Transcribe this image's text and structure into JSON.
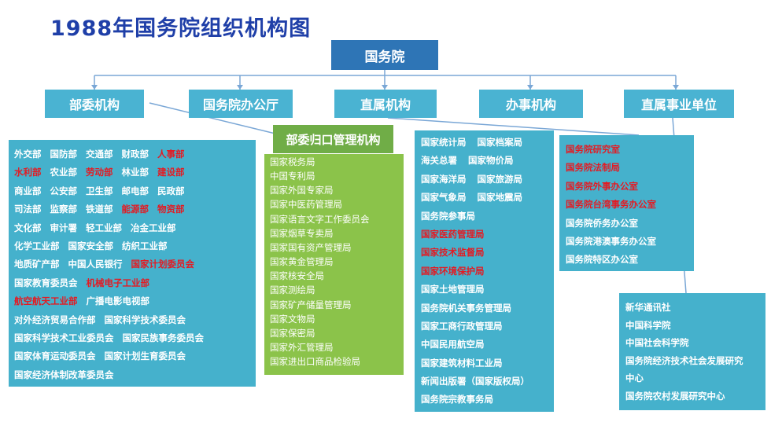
{
  "title": "1988年国务院组织机构图",
  "root": "国务院",
  "categories": [
    "部委机构",
    "国务院办公厅",
    "直属机构",
    "办事机构",
    "直属事业单位"
  ],
  "guikou_label": "部委归口管理机构",
  "ministries_rows": [
    [
      {
        "t": "外交部",
        "red": false
      },
      {
        "t": "国防部",
        "red": false
      },
      {
        "t": "交通部",
        "red": false
      },
      {
        "t": "财政部",
        "red": false
      },
      {
        "t": "人事部",
        "red": true
      }
    ],
    [
      {
        "t": "水利部",
        "red": true
      },
      {
        "t": "农业部",
        "red": false
      },
      {
        "t": "劳动部",
        "red": true
      },
      {
        "t": "林业部",
        "red": false
      },
      {
        "t": "建设部",
        "red": true
      }
    ],
    [
      {
        "t": "商业部",
        "red": false
      },
      {
        "t": "公安部",
        "red": false
      },
      {
        "t": "卫生部",
        "red": false
      },
      {
        "t": "邮电部",
        "red": false
      },
      {
        "t": "民政部",
        "red": false
      }
    ],
    [
      {
        "t": "司法部",
        "red": false
      },
      {
        "t": "监察部",
        "red": false
      },
      {
        "t": "铁道部",
        "red": false
      },
      {
        "t": "能源部",
        "red": true
      },
      {
        "t": "物资部",
        "red": true
      }
    ],
    [
      {
        "t": "文化部",
        "red": false
      },
      {
        "t": "审计署",
        "red": false
      },
      {
        "t": "轻工业部",
        "red": false
      },
      {
        "t": "冶金工业部",
        "red": false
      }
    ],
    [
      {
        "t": "化学工业部",
        "red": false
      },
      {
        "t": "国家安全部",
        "red": false
      },
      {
        "t": "纺织工业部",
        "red": false
      }
    ],
    [
      {
        "t": "地质矿产部",
        "red": false
      },
      {
        "t": "中国人民银行",
        "red": false
      },
      {
        "t": "国家计划委员会",
        "red": true
      }
    ],
    [
      {
        "t": "国家教育委员会",
        "red": false
      },
      {
        "t": "机械电子工业部",
        "red": true
      }
    ],
    [
      {
        "t": "航空航天工业部",
        "red": true
      },
      {
        "t": "广播电影电视部",
        "red": false
      }
    ],
    [
      {
        "t": "对外经济贸易合作部",
        "red": false
      },
      {
        "t": "国家科学技术委员会",
        "red": false
      }
    ],
    [
      {
        "t": "国家科学技术工业委员会",
        "red": false
      },
      {
        "t": "国家民族事务委员会",
        "red": false
      }
    ],
    [
      {
        "t": "国家体育运动委员会",
        "red": false
      },
      {
        "t": "国家计划生育委员会",
        "red": false
      }
    ],
    [
      {
        "t": "国家经济体制改革委员会",
        "red": false
      }
    ]
  ],
  "guikou_items": [
    "国家税务局",
    "中国专利局",
    "国家外国专家局",
    "国家中医药管理局",
    "国家语言文字工作委员会",
    "国家烟草专卖局",
    "国家国有资产管理局",
    "国家黄金管理局",
    "国家核安全局",
    "国家测绘局",
    "国家矿产储量管理局",
    "国家文物局",
    "国家保密局",
    "国家外汇管理局",
    "国家进出口商品检验局"
  ],
  "direct_rows": [
    [
      {
        "t": "国家统计局",
        "red": false
      },
      {
        "t": "国家档案局",
        "red": false
      }
    ],
    [
      {
        "t": "海关总署",
        "red": false
      },
      {
        "t": "国家物价局",
        "red": false
      }
    ],
    [
      {
        "t": "国家海洋局",
        "red": false
      },
      {
        "t": "国家旅游局",
        "red": false
      }
    ],
    [
      {
        "t": "国家气象局",
        "red": false
      },
      {
        "t": "国家地震局",
        "red": false
      }
    ],
    [
      {
        "t": "国务院参事局",
        "red": false
      }
    ],
    [
      {
        "t": "国家医药管理局",
        "red": true
      }
    ],
    [
      {
        "t": "国家技术监督局",
        "red": true
      }
    ],
    [
      {
        "t": "国家环境保护局",
        "red": true
      }
    ],
    [
      {
        "t": "国家土地管理局",
        "red": false
      }
    ],
    [
      {
        "t": "国务院机关事务管理局",
        "red": false
      }
    ],
    [
      {
        "t": "国家工商行政管理局",
        "red": false
      }
    ],
    [
      {
        "t": "中国民用航空局",
        "red": false
      }
    ],
    [
      {
        "t": "国家建筑材料工业局",
        "red": false
      }
    ],
    [
      {
        "t": "新闻出版署（国家版权局）",
        "red": false
      }
    ],
    [
      {
        "t": "国务院宗教事务局",
        "red": false
      }
    ]
  ],
  "office_rows": [
    {
      "t": "国务院研究室",
      "red": true
    },
    {
      "t": "国务院法制局",
      "red": true
    },
    {
      "t": "国务院外事办公室",
      "red": true
    },
    {
      "t": "国务院台湾事务办公室",
      "red": true
    },
    {
      "t": "国务院侨务办公室",
      "red": false
    },
    {
      "t": "国务院港澳事务办公室",
      "red": false
    },
    {
      "t": "国务院特区办公室",
      "red": false
    }
  ],
  "institution_rows": [
    "新华通讯社",
    "中国科学院",
    "中国社会科学院",
    "国务院经济技术社会发展研究",
    "中心",
    "国务院农村发展研究中心"
  ],
  "colors": {
    "title": "#1f3fa8",
    "root": "#2e75b6",
    "category": "#4ab3d2",
    "panel_blue": "#45b1cc",
    "panel_green": "#8bc34a",
    "guikou_label": "#70ad47",
    "highlight_red": "#e31b23",
    "connector": "#7aa7d6"
  }
}
